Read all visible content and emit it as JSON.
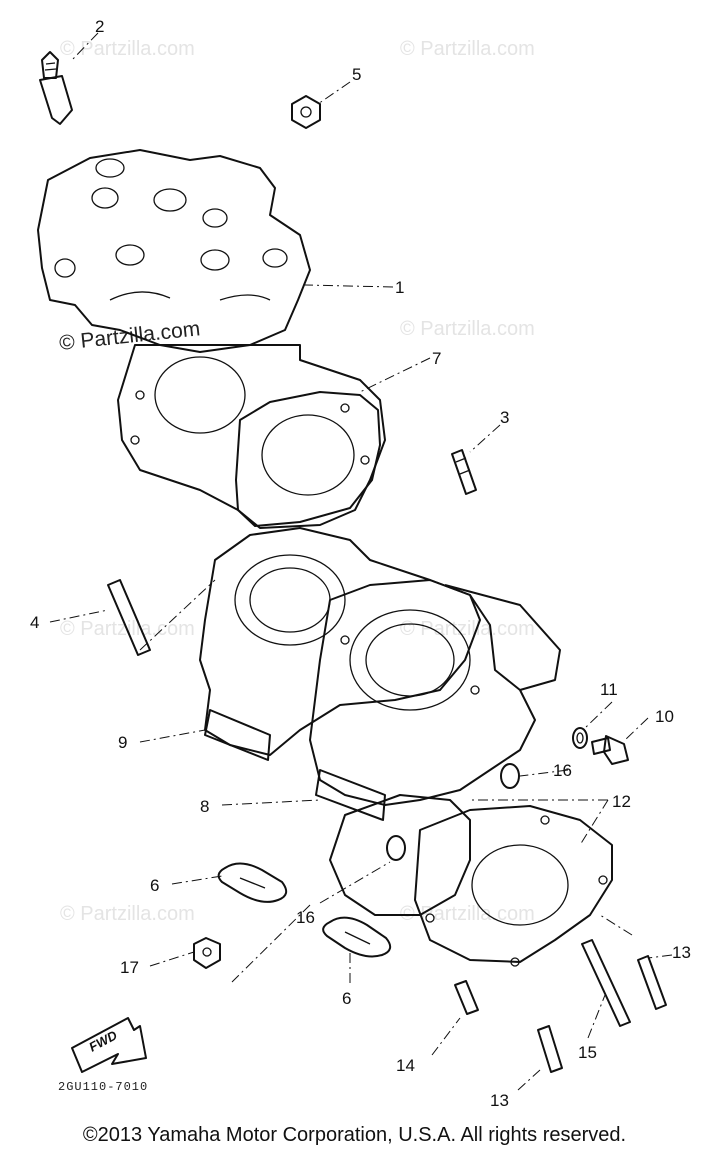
{
  "watermark": "© Partzilla.com",
  "callouts": {
    "c1": "1",
    "c2": "2",
    "c3": "3",
    "c4": "4",
    "c5": "5",
    "c6a": "6",
    "c6b": "6",
    "c7": "7",
    "c8": "8",
    "c9": "9",
    "c10": "10",
    "c11": "11",
    "c12": "12",
    "c13a": "13",
    "c13b": "13",
    "c14": "14",
    "c15": "15",
    "c16a": "16",
    "c16b": "16",
    "c17": "17"
  },
  "fwd_label": "FWD",
  "drawing_code": "2GU110-7010",
  "copyright": "©2013 Yamaha Motor Corporation, U.S.A. All rights reserved."
}
